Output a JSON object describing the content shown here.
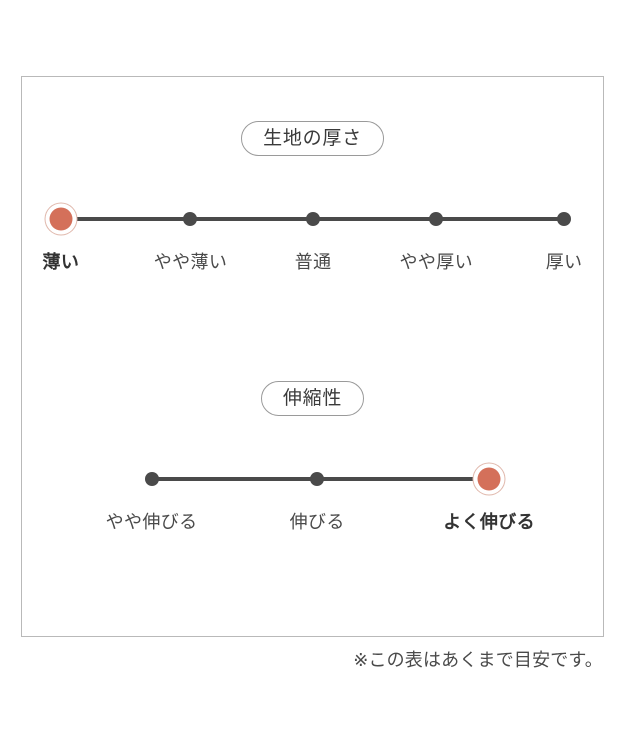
{
  "chart_data": [
    {
      "type": "scale",
      "title": "生地の厚さ",
      "categories": [
        "薄い",
        "やや薄い",
        "普通",
        "やや厚い",
        "厚い"
      ],
      "values": [
        1,
        0,
        0,
        0,
        0
      ],
      "selected_index": 0,
      "selected_label": "薄い",
      "xlabel": "",
      "ylabel": "",
      "positions_pct": [
        6.7,
        29.0,
        50.1,
        71.3,
        93.3
      ],
      "legend": "",
      "grid": false
    },
    {
      "type": "scale",
      "title": "伸縮性",
      "categories": [
        "やや伸びる",
        "伸びる",
        "よく伸びる"
      ],
      "values": [
        0,
        0,
        1
      ],
      "selected_index": 2,
      "selected_label": "よく伸びる",
      "xlabel": "",
      "ylabel": "",
      "positions_pct": [
        22.3,
        50.8,
        80.4
      ],
      "legend": "",
      "grid": false
    }
  ],
  "thickness": {
    "title": "生地の厚さ",
    "points": [
      {
        "label": "薄い",
        "active": true
      },
      {
        "label": "やや薄い",
        "active": false
      },
      {
        "label": "普通",
        "active": false
      },
      {
        "label": "やや厚い",
        "active": false
      },
      {
        "label": "厚い",
        "active": false
      }
    ]
  },
  "stretch": {
    "title": "伸縮性",
    "points": [
      {
        "label": "やや伸びる",
        "active": false
      },
      {
        "label": "伸びる",
        "active": false
      },
      {
        "label": "よく伸びる",
        "active": true
      }
    ]
  },
  "footnote": "※この表はあくまで目安です。",
  "colors": {
    "active_marker": "#d4705a",
    "active_ring": "#e0b8ac",
    "node": "#4a4a4a",
    "track": "#4a4a4a",
    "frame_border": "#b9b9b9",
    "pill_border": "#9a9a9a",
    "text": "#4a4a4a",
    "background": "#ffffff"
  }
}
